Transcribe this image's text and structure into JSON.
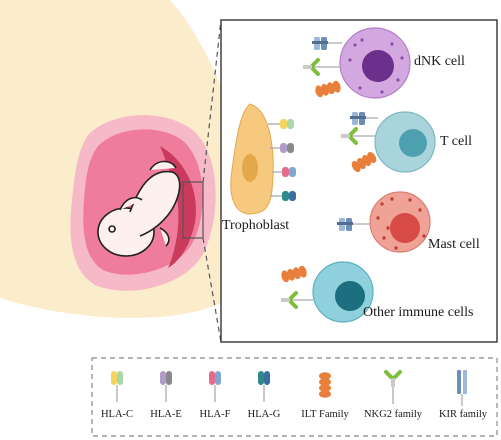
{
  "labels": {
    "dnk_cell": "dNK cell",
    "t_cell": "T cell",
    "mast_cell": "Mast cell",
    "other_immune_cells": "Other immune cells",
    "trophoblast": "Trophoblast"
  },
  "legend": [
    {
      "id": "hla-c",
      "label": "HLA-C"
    },
    {
      "id": "hla-e",
      "label": "HLA-E"
    },
    {
      "id": "hla-f",
      "label": "HLA-F"
    },
    {
      "id": "hla-g",
      "label": "HLA-G"
    },
    {
      "id": "ilt-family",
      "label": "ILT Family"
    },
    {
      "id": "nkg2-family",
      "label": "NKG2 family"
    },
    {
      "id": "kir-family",
      "label": "KIR family"
    }
  ],
  "colors": {
    "abdomen": "#fbeccb",
    "uterus": "#f5b9c8",
    "amniotic": "#f07c9c",
    "placenta": "#c93a5d",
    "fetus": "#fdf0ee",
    "trophoblast": "#f6c97e",
    "dnk_cell": "#d3a8e0",
    "dnk_nucleus": "#6d2f8c",
    "t_cell": "#a9d4db",
    "t_nucleus": "#4e9fb0",
    "mast_cell": "#f0a296",
    "mast_nucleus": "#d74a45",
    "other_cell": "#8ed0dc",
    "other_nucleus": "#1b6f7f",
    "ilt": "#e8803c",
    "nkg2": "#7dbd3a",
    "kir": "#6b8fb8"
  }
}
